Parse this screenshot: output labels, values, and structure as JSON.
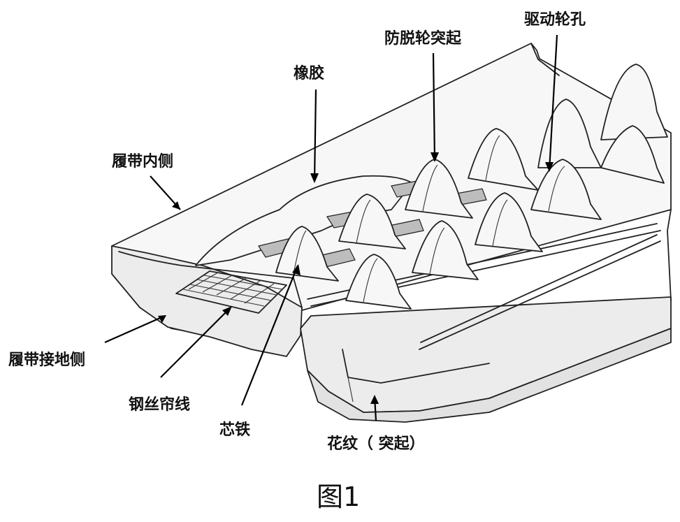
{
  "figure": {
    "caption": "图1",
    "labels": {
      "track_inner_side": "履带内侧",
      "rubber": "橡胶",
      "anti_derail_lug": "防脱轮突起",
      "drive_wheel_hole": "驱动轮孔",
      "track_ground_side": "履带接地侧",
      "steel_cord": "钢丝帘线",
      "core_iron": "芯铁",
      "tread_lug": "花纹（ 突起）"
    }
  },
  "colors": {
    "line": "#222222",
    "background": "#ffffff",
    "surface": "#f7f7f7"
  }
}
